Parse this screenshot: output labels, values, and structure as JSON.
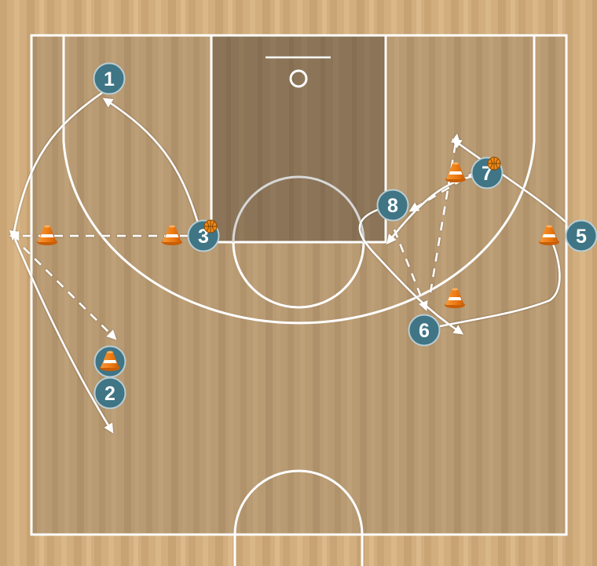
{
  "colors": {
    "floor_light": "#d7b383",
    "floor_mid": "#c4a071",
    "court": "#b59771",
    "paint": "#8c7557",
    "lines": "#ffffff",
    "player": "#3f7585",
    "player_ring": "#b9cdd3",
    "cone": "#f07c17",
    "ball": "#f08a17",
    "movement": "#ffffff"
  },
  "players": [
    {
      "id": "1",
      "label": "1",
      "has_ball": false
    },
    {
      "id": "2",
      "label": "2",
      "has_ball": false
    },
    {
      "id": "3",
      "label": "3",
      "has_ball": true
    },
    {
      "id": "4",
      "label": "",
      "has_ball": false
    },
    {
      "id": "5",
      "label": "5",
      "has_ball": false
    },
    {
      "id": "6",
      "label": "6",
      "has_ball": false
    },
    {
      "id": "7",
      "label": "7",
      "has_ball": true
    },
    {
      "id": "8",
      "label": "8",
      "has_ball": false
    }
  ],
  "icons": {
    "cone": "traffic-cone-icon",
    "ball": "basketball-icon"
  },
  "line_styles": {
    "cut": "solid",
    "pass": "dashed",
    "dribble": "zigzag"
  }
}
